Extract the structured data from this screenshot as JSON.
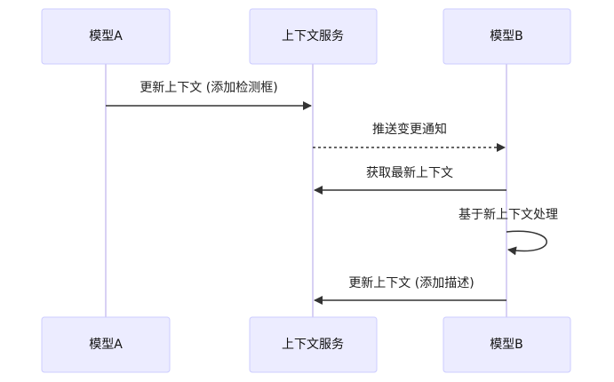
{
  "diagram": {
    "type": "sequence",
    "colors": {
      "actor_fill": "#ECECFF",
      "actor_border": "#CCCCFF",
      "lifeline": "#CBC2F0",
      "arrow": "#333333"
    },
    "participants": [
      {
        "id": "A",
        "label": "模型A"
      },
      {
        "id": "C",
        "label": "上下文服务"
      },
      {
        "id": "B",
        "label": "模型B"
      }
    ],
    "messages": [
      {
        "from": "A",
        "to": "C",
        "label": "更新上下文 (添加检测框)",
        "style": "solid"
      },
      {
        "from": "C",
        "to": "B",
        "label": "推送变更通知",
        "style": "dashed"
      },
      {
        "from": "B",
        "to": "C",
        "label": "获取最新上下文",
        "style": "solid"
      },
      {
        "from": "B",
        "to": "B",
        "label": "基于新上下文处理",
        "style": "solid"
      },
      {
        "from": "B",
        "to": "C",
        "label": "更新上下文 (添加描述)",
        "style": "solid"
      }
    ]
  }
}
